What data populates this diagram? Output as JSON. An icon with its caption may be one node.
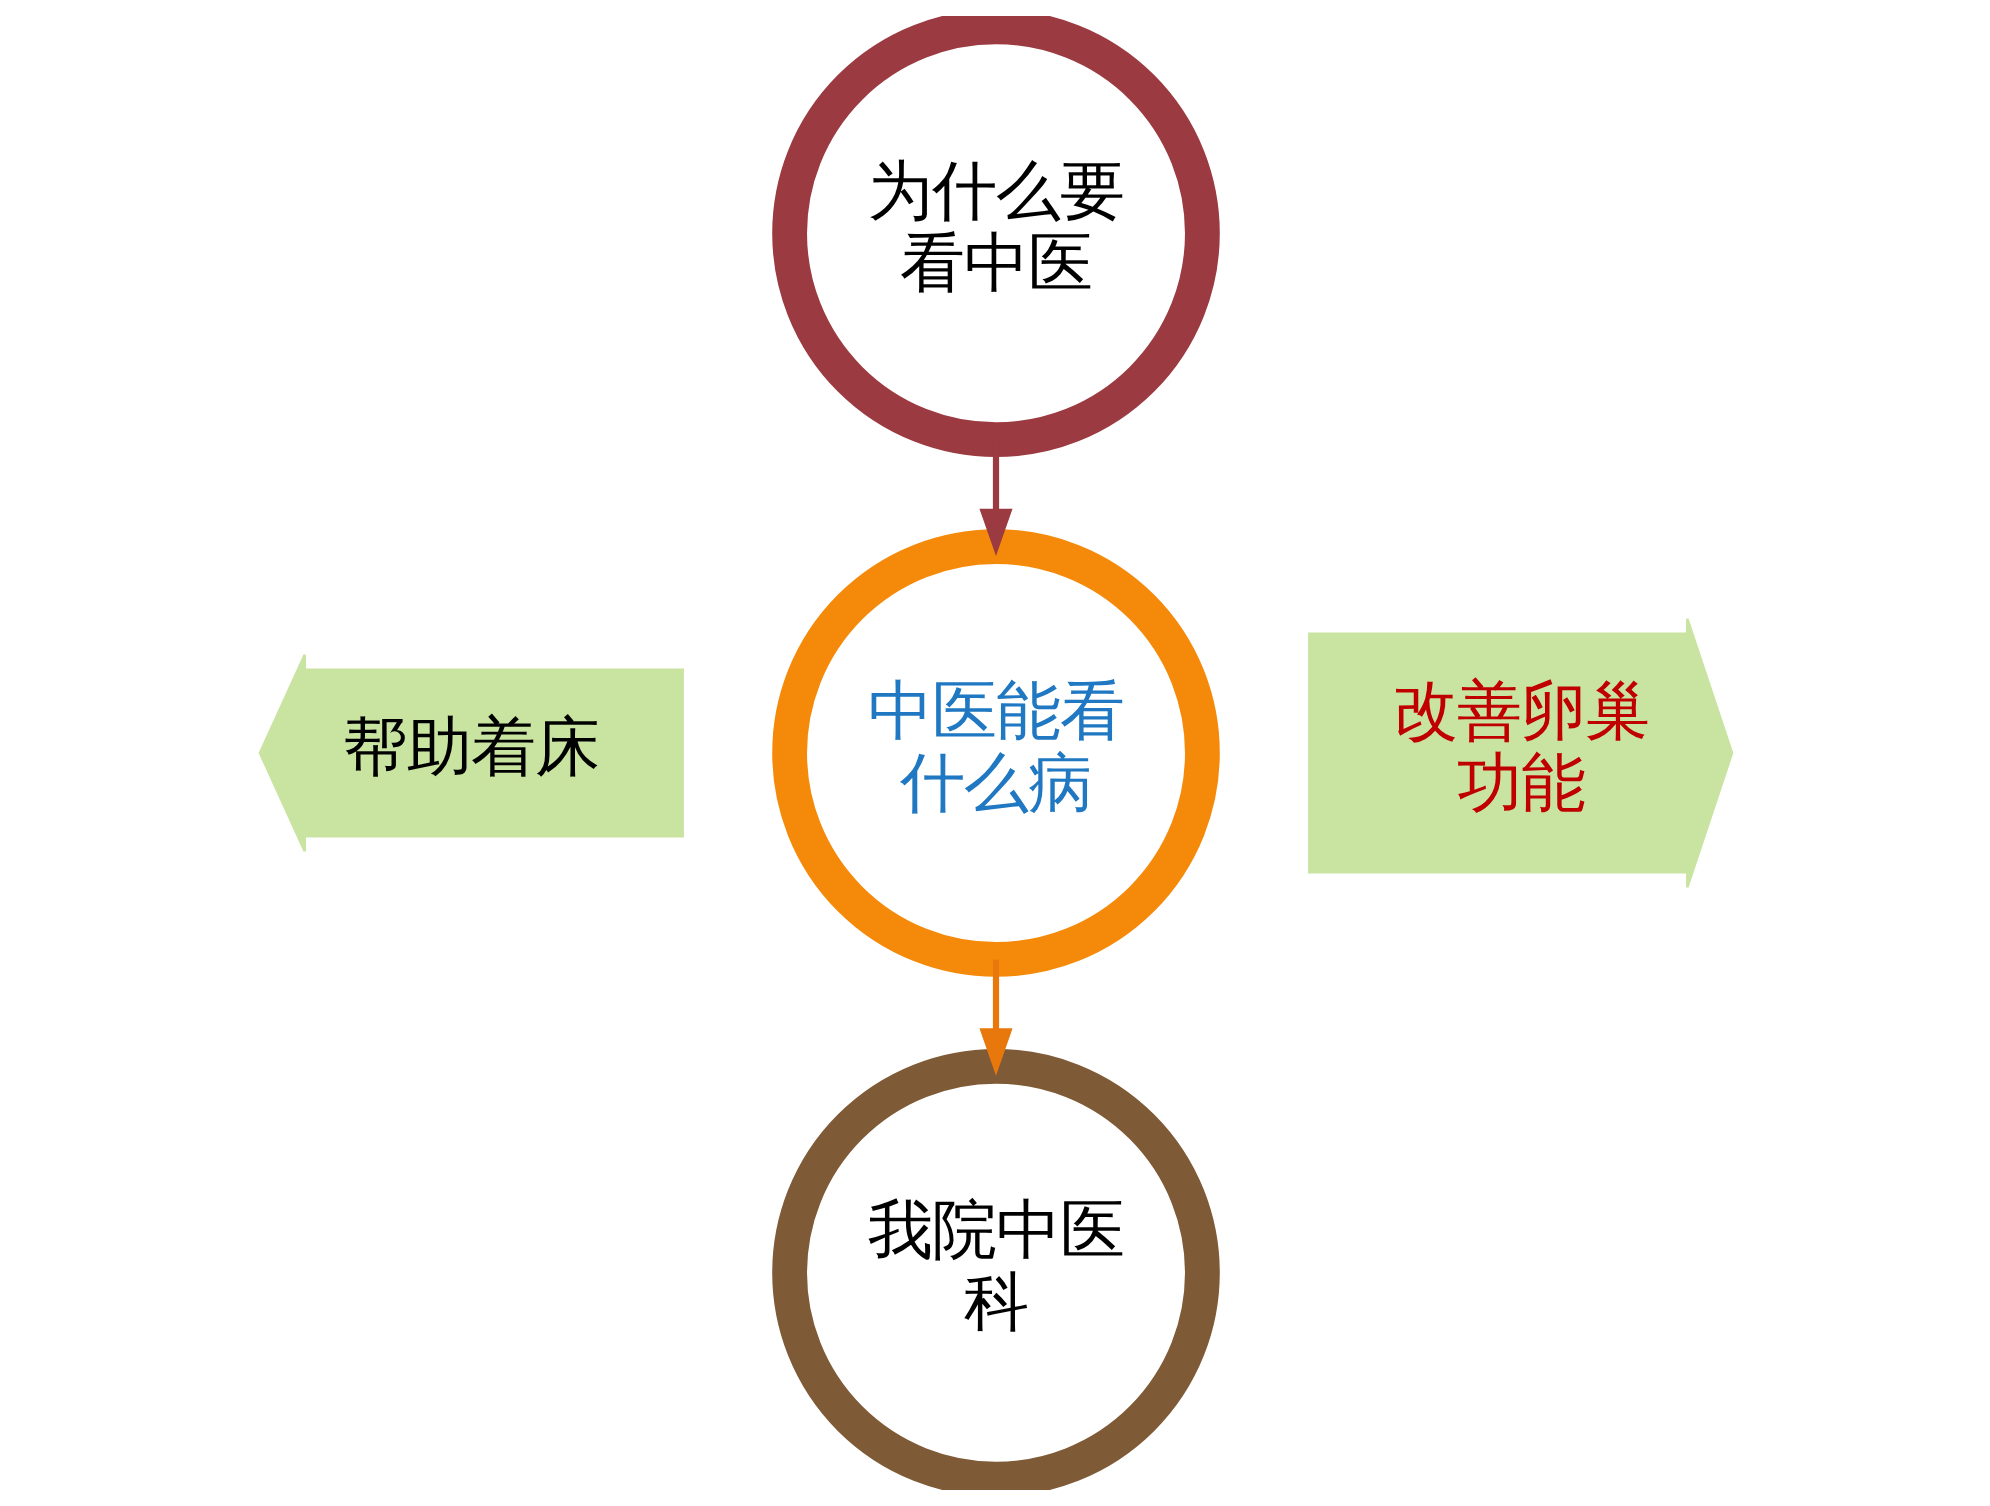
{
  "diagram": {
    "nodes": [
      {
        "text": [
          "为什么要看中医"
        ]
      },
      {
        "text": [
          "中医能看什么病"
        ]
      },
      {
        "text": [
          "我院中医科"
        ]
      },
      {
        "text": [
          "帮助着床"
        ]
      },
      {
        "text": [
          "改善卵巢功能"
        ]
      }
    ],
    "edges": [
      {
        "from": 0,
        "to": 1,
        "arrow": "to",
        "color": "#9b3a40"
      },
      {
        "from": 1,
        "to": 2,
        "arrow": "to",
        "color": "#e8780c"
      }
    ]
  }
}
